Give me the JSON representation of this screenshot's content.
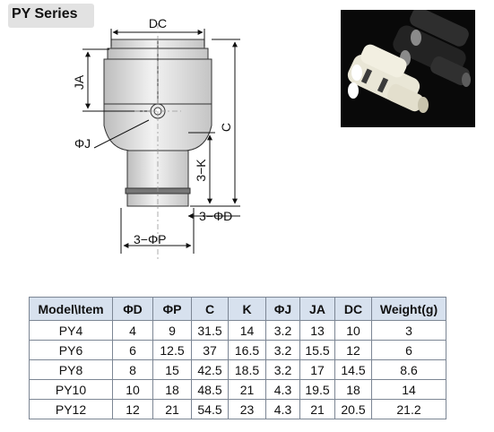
{
  "header": {
    "series_title": "PY Series"
  },
  "drawing": {
    "dimension_labels": {
      "dc": "DC",
      "ja": "JA",
      "c": "C",
      "phi_j": "ΦJ",
      "k3": "3−K",
      "phi_d3": "3−ΦD",
      "phi_p3": "3−ΦP"
    }
  },
  "spec_table": {
    "headers": [
      "Model\\Item",
      "ΦD",
      "ΦP",
      "C",
      "K",
      "ΦJ",
      "JA",
      "DC",
      "Weight(g)"
    ],
    "rows": [
      [
        "PY4",
        "4",
        "9",
        "31.5",
        "14",
        "3.2",
        "13",
        "10",
        "3"
      ],
      [
        "PY6",
        "6",
        "12.5",
        "37",
        "16.5",
        "3.2",
        "15.5",
        "12",
        "6"
      ],
      [
        "PY8",
        "8",
        "15",
        "42.5",
        "18.5",
        "3.2",
        "17",
        "14.5",
        "8.6"
      ],
      [
        "PY10",
        "10",
        "18",
        "48.5",
        "21",
        "4.3",
        "19.5",
        "18",
        "14"
      ],
      [
        "PY12",
        "12",
        "21",
        "54.5",
        "23",
        "4.3",
        "21",
        "20.5",
        "21.2"
      ]
    ]
  }
}
